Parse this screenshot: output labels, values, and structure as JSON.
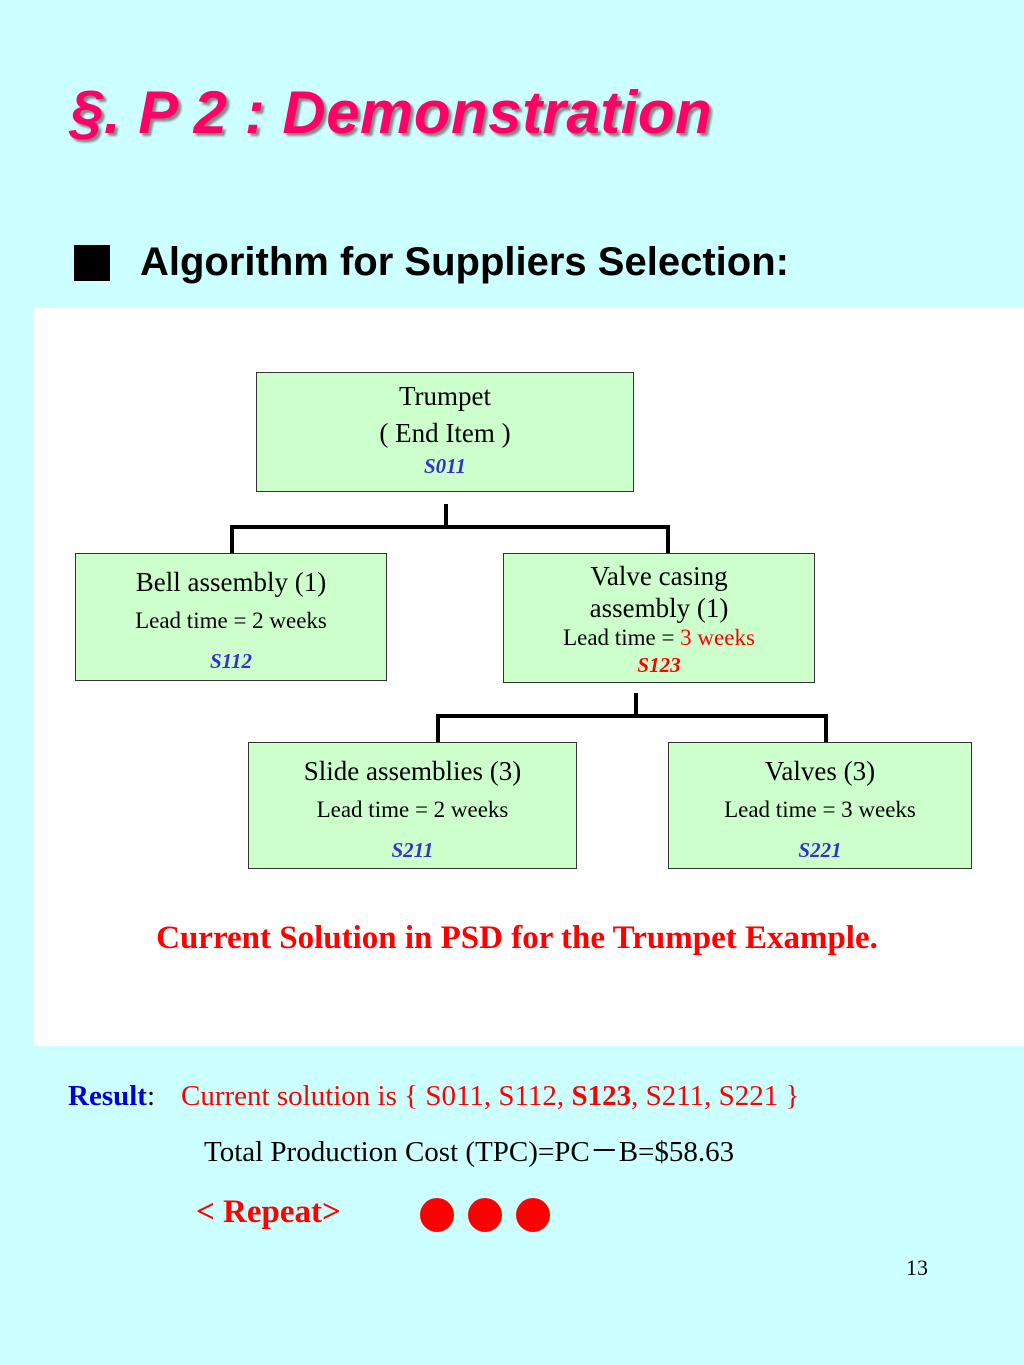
{
  "title": "§. P 2 :  Demonstration",
  "subtitle": "Algorithm for Suppliers Selection:",
  "diagram": {
    "root": {
      "name": "Trumpet",
      "sub": "( End Item )",
      "code": "S011"
    },
    "bell": {
      "name": "Bell assembly (1)",
      "lead": "Lead time = 2 weeks",
      "code": "S112"
    },
    "valve_casing": {
      "name_line1": "Valve casing",
      "name_line2": "assembly (1)",
      "lead_prefix": "Lead time = ",
      "lead_value": "3 weeks",
      "code": "S123"
    },
    "slide": {
      "name": "Slide assemblies (3)",
      "lead": "Lead time = 2 weeks",
      "code": "S211"
    },
    "valves": {
      "name": "Valves (3)",
      "lead": "Lead time = 3 weeks",
      "code": "S221"
    }
  },
  "caption": "Current Solution in PSD for the Trumpet Example.",
  "result": {
    "label": "Result",
    "colon": ":",
    "text_prefix": "Current solution is { S011, S112, ",
    "text_bold": "S123",
    "text_suffix": ", S211, S221 }",
    "tpc": "Total Production Cost (TPC)=PC－B=$58.63"
  },
  "repeat": "< Repeat>",
  "page_number": "13",
  "colors": {
    "background": "#ccffff",
    "title": "#ff0066",
    "node_fill": "#ccffcc",
    "code_blue": "#3333cc",
    "accent_red": "#ff0000"
  }
}
